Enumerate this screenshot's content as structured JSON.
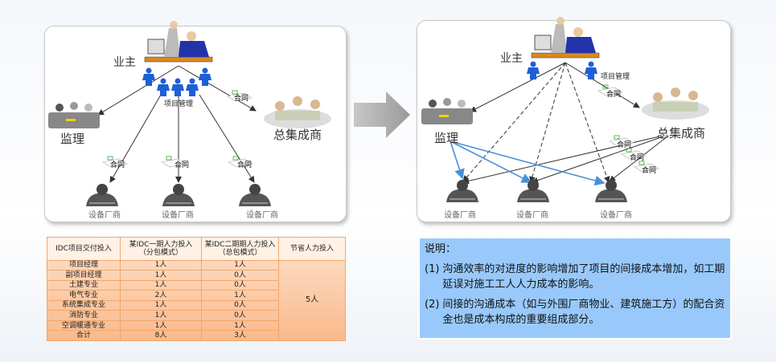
{
  "left_diagram": {
    "owner": "业主",
    "pm": "项目管理",
    "supervisor": "监理",
    "integrator": "总集成商",
    "contract": "合同",
    "vendor": "设备厂商"
  },
  "right_diagram": {
    "owner": "业主",
    "pm": "项目管理",
    "supervisor": "监理",
    "integrator": "总集成商",
    "contract": "合同",
    "vendor": "设备厂商"
  },
  "table": {
    "headers": [
      "IDC项目交付投入",
      "某IDC一期人力投入",
      "（分包模式）",
      "某IDC二期期人力投入",
      "（总包模式）",
      "节省人力投入"
    ],
    "rows": [
      [
        "项目经理",
        "1人",
        "1人"
      ],
      [
        "副项目经理",
        "1人",
        "0人"
      ],
      [
        "土建专业",
        "1人",
        "0人"
      ],
      [
        "电气专业",
        "2人",
        "1人"
      ],
      [
        "系统集成专业",
        "1人",
        "0人"
      ],
      [
        "消防专业",
        "1人",
        "0人"
      ],
      [
        "空调暖通专业",
        "1人",
        "1人"
      ],
      [
        "合计",
        "8人",
        "3人"
      ]
    ],
    "saved": "5人"
  },
  "note": {
    "title": "说明：",
    "items": [
      {
        "num": "(1)",
        "text": "沟通效率的对进度的影响增加了项目的间接成本增加，如工期延误对施工工人人力成本的影响。"
      },
      {
        "num": "(2)",
        "text": "间接的沟通成本（如与外围厂商物业、建筑施工方）的配合资金也是成本构成的重要组成部分。"
      }
    ]
  },
  "colors": {
    "accent_blue": "#1e5fd6",
    "arrow_blue": "#4a90d9",
    "table_orange": "#f9b98b",
    "note_bg": "#99c9fb"
  }
}
